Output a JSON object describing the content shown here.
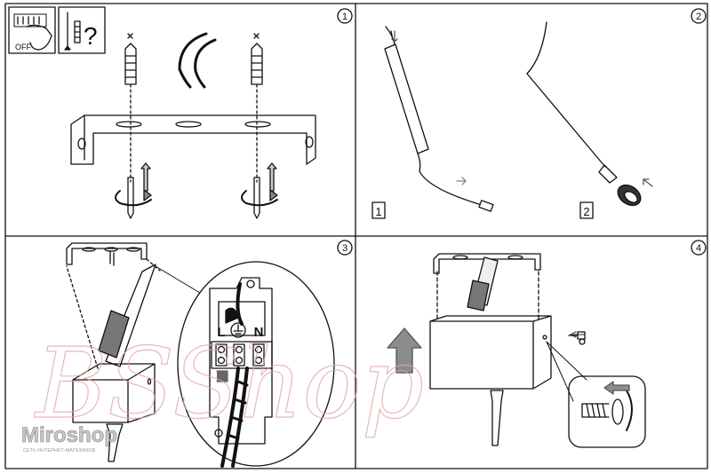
{
  "panels": [
    {
      "number": "1",
      "precaution_icons": {
        "power_label": "OFF",
        "question_mark": "?"
      }
    },
    {
      "number": "2",
      "step_labels": [
        "1",
        "2"
      ]
    },
    {
      "number": "3",
      "terminal_labels": {
        "live": "L",
        "neutral": "N"
      }
    },
    {
      "number": "4"
    }
  ],
  "watermarks": {
    "script_logo": "BSShop",
    "brand": "Miroshop",
    "brand_tagline": "СЕТЬ ИНТЕРНЕТ-МАГАЗИНОВ"
  },
  "colors": {
    "line": "#111111",
    "background": "#ffffff",
    "watermark_pink": "#e3a7a7",
    "watermark_gray": "#9a9a9a",
    "arrow_gray": "#8c8c8c"
  }
}
